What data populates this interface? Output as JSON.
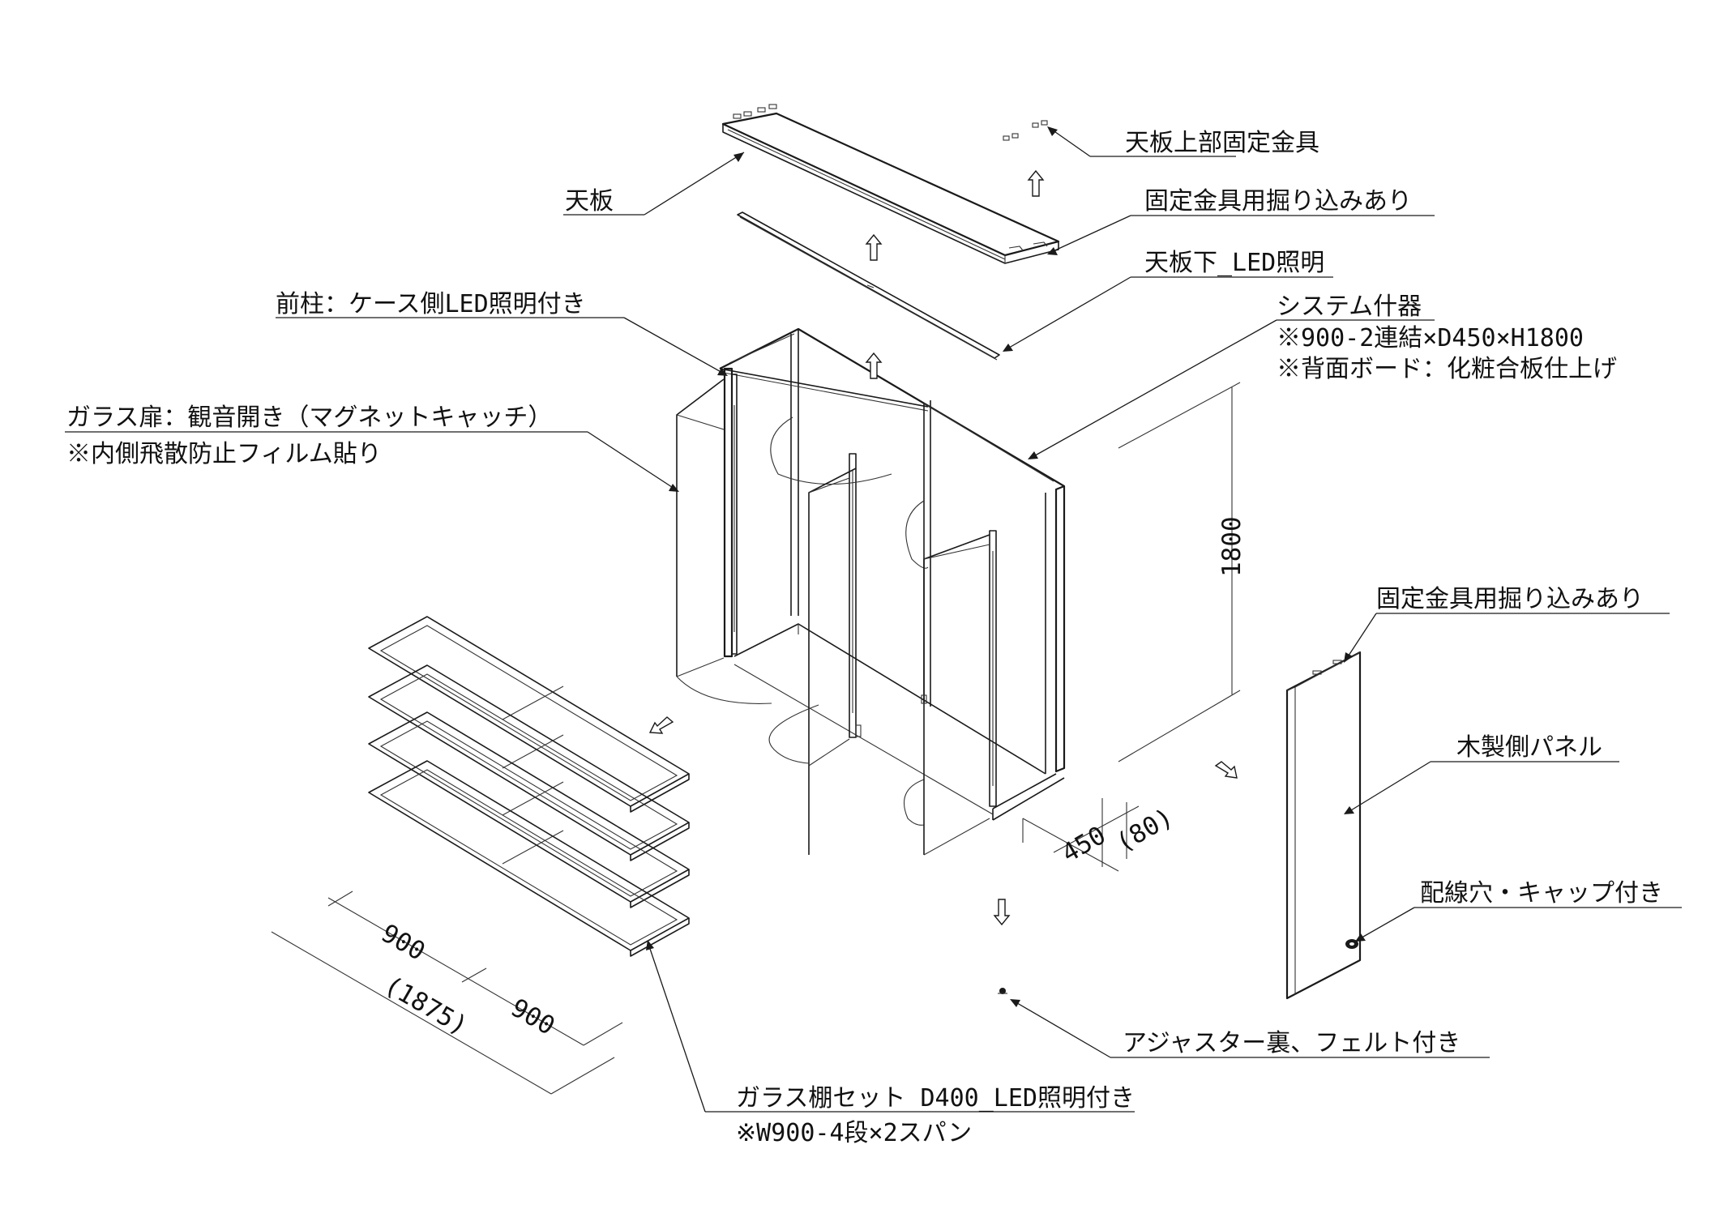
{
  "labels": {
    "top_board": "天板",
    "top_fitting": "天板上部固定金具",
    "groove_top": "固定金具用掘り込みあり",
    "under_led": "天板下_LED照明",
    "front_post": "前柱：ケース側LED照明付き",
    "system_title": "システム什器",
    "system_note1": "※900-2連結×D450×H1800",
    "system_note2": "※背面ボード：化粧合板仕上げ",
    "glass_door": "ガラス扉：観音開き（マグネットキャッチ）",
    "glass_door_note": "※内側飛散防止フィルム貼り",
    "groove_side": "固定金具用掘り込みあり",
    "side_panel": "木製側パネル",
    "cable_hole": "配線穴・キャップ付き",
    "adjuster": "アジャスター裏、フェルト付き",
    "shelf_set": "ガラス棚セット D400_LED照明付き",
    "shelf_note": "※W900-4段×2スパン"
  },
  "dimensions": {
    "height": "1800",
    "depth": "450",
    "depth_extra": "(80)",
    "width_span1": "900",
    "width_span2": "900",
    "width_total": "(1875)"
  }
}
